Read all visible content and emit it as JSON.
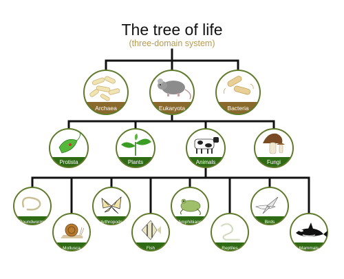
{
  "title": "The tree of life",
  "subtitle": "(three-domain system)",
  "colors": {
    "domain_band": "#8a6a2c",
    "kingdom_band": "#2f6a14",
    "animal_band": "#2f6a14",
    "ring": "#5f7a2a",
    "lines": "#111111"
  },
  "domains": [
    {
      "key": "archaea",
      "label": "Archaea",
      "icon": "rod-cells-icon"
    },
    {
      "key": "eukaryota",
      "label": "Eukaryota",
      "icon": "mouse-icon"
    },
    {
      "key": "bacteria",
      "label": "Bacteria",
      "icon": "bacteria-icon"
    }
  ],
  "kingdoms": [
    {
      "key": "protista",
      "label": "Protista",
      "icon": "euglena-icon"
    },
    {
      "key": "plants",
      "label": "Plants",
      "icon": "seedling-icon"
    },
    {
      "key": "animals",
      "label": "Animals",
      "icon": "cow-icon"
    },
    {
      "key": "fungi",
      "label": "Fungi",
      "icon": "mushroom-icon"
    }
  ],
  "animal_groups": [
    {
      "key": "roundworms",
      "label": "Roundworms",
      "icon": "worm-icon"
    },
    {
      "key": "mollusca",
      "label": "Mollusca",
      "icon": "snail-icon"
    },
    {
      "key": "arthropods",
      "label": "Arthropods",
      "icon": "butterfly-icon"
    },
    {
      "key": "fish",
      "label": "Fish",
      "icon": "angelfish-icon"
    },
    {
      "key": "amphibians",
      "label": "Amphibians",
      "icon": "frog-icon"
    },
    {
      "key": "reptiles",
      "label": "Reptiles",
      "icon": "snake-icon"
    },
    {
      "key": "birds",
      "label": "Birds",
      "icon": "bird-icon"
    },
    {
      "key": "mammals",
      "label": "Mammals",
      "icon": "orca-icon"
    }
  ]
}
